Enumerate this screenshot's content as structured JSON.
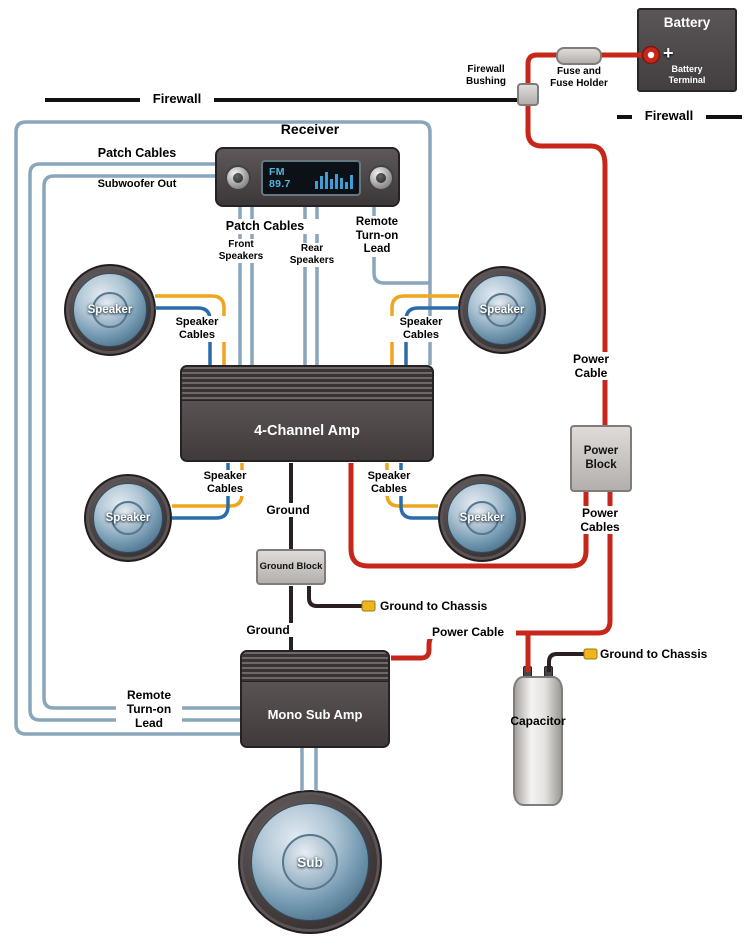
{
  "colors": {
    "power_cable_red": "#c7271a",
    "ground_wire_black": "#2a2021",
    "patch_remote_blue_gray": "#89a6bb",
    "speaker_wire_yellow": "#f0a51e",
    "speaker_wire_blue": "#2b6cab",
    "firewall_line_black": "#111111",
    "amp_body_gray": "#4a4243",
    "battery_box_gray": "#4f4a4b",
    "block_gray": "#cbc8c5",
    "display_blue": "#52b5e0",
    "terminal_tip_yellow": "#f0b41e"
  },
  "battery": {
    "title": "Battery",
    "plus": "+",
    "terminal_line1": "Battery",
    "terminal_line2": "Terminal"
  },
  "fuse": {
    "line1": "Fuse and",
    "line2": "Fuse Holder"
  },
  "firewall": {
    "left": "Firewall",
    "right": "Firewall",
    "bushing_line1": "Firewall",
    "bushing_line2": "Bushing"
  },
  "receiver": {
    "title": "Receiver",
    "display": "FM 89.7"
  },
  "patch_left": {
    "title": "Patch Cables",
    "subtitle": "Subwoofer Out"
  },
  "patch_mid": {
    "title": "Patch Cables",
    "front_line1": "Front",
    "front_line2": "Speakers",
    "rear_line1": "Rear",
    "rear_line2": "Speakers"
  },
  "remote": {
    "line1": "Remote",
    "line2": "Turn-on",
    "line3": "Lead"
  },
  "speaker": {
    "label": "Speaker",
    "cables_line1": "Speaker",
    "cables_line2": "Cables"
  },
  "amp4": {
    "title": "4-Channel Amp"
  },
  "mono_amp": {
    "title": "Mono Sub Amp"
  },
  "sub": {
    "label": "Sub"
  },
  "power": {
    "cable_line1": "Power",
    "cable_line2": "Cable",
    "block_line1": "Power",
    "block_line2": "Block",
    "cables_line1": "Power",
    "cables_line2": "Cables",
    "cable_bottom": "Power Cable"
  },
  "ground": {
    "upper": "Ground",
    "lower": "Ground",
    "block": "Ground Block",
    "to_chassis": "Ground to Chassis"
  },
  "capacitor": {
    "label": "Capacitor"
  }
}
